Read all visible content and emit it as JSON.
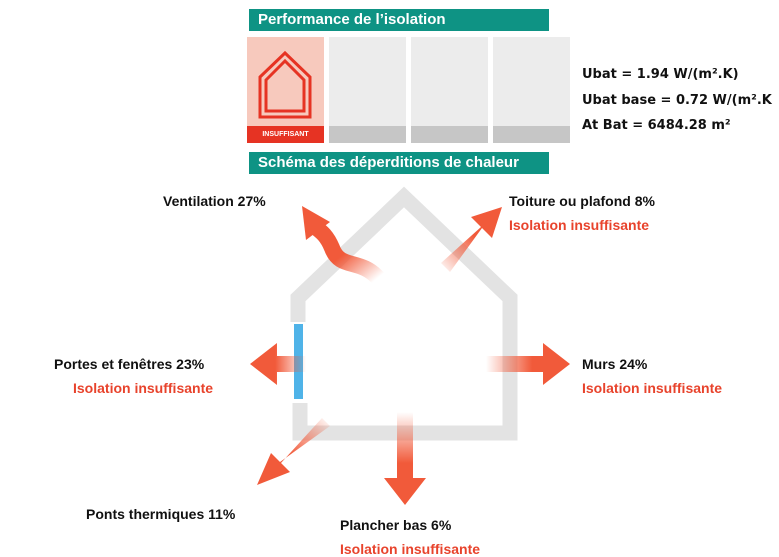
{
  "performance": {
    "title": "Performance de l’isolation",
    "active_rating": "INSUFFISANT",
    "ubat": "Ubat = 1.94 W/(m².K)",
    "ubat_base": "Ubat base = 0.72 W/(m².K",
    "at_bat": "At Bat = 6484.28 m²"
  },
  "schema": {
    "title": "Schéma des déperditions de chaleur",
    "ventilation": "Ventilation 27%",
    "toiture": "Toiture ou  plafond 8%",
    "toiture_status": "Isolation insuffisante",
    "portes": "Portes et fenêtres 23%",
    "portes_status": "Isolation insuffisante",
    "murs": "Murs 24%",
    "murs_status": "Isolation insuffisante",
    "ponts": "Ponts thermiques 11%",
    "plancher": "Plancher bas 6%",
    "plancher_status": "Isolation insuffisante"
  },
  "colors": {
    "banner": "#0e9384",
    "arrow": "#f15a3a",
    "status_text": "#e8432c",
    "house_wall": "#e3e3e3",
    "window": "#4fb3e8",
    "rating_active": "#f7c9bd",
    "rating_bar_active": "#e63323"
  }
}
